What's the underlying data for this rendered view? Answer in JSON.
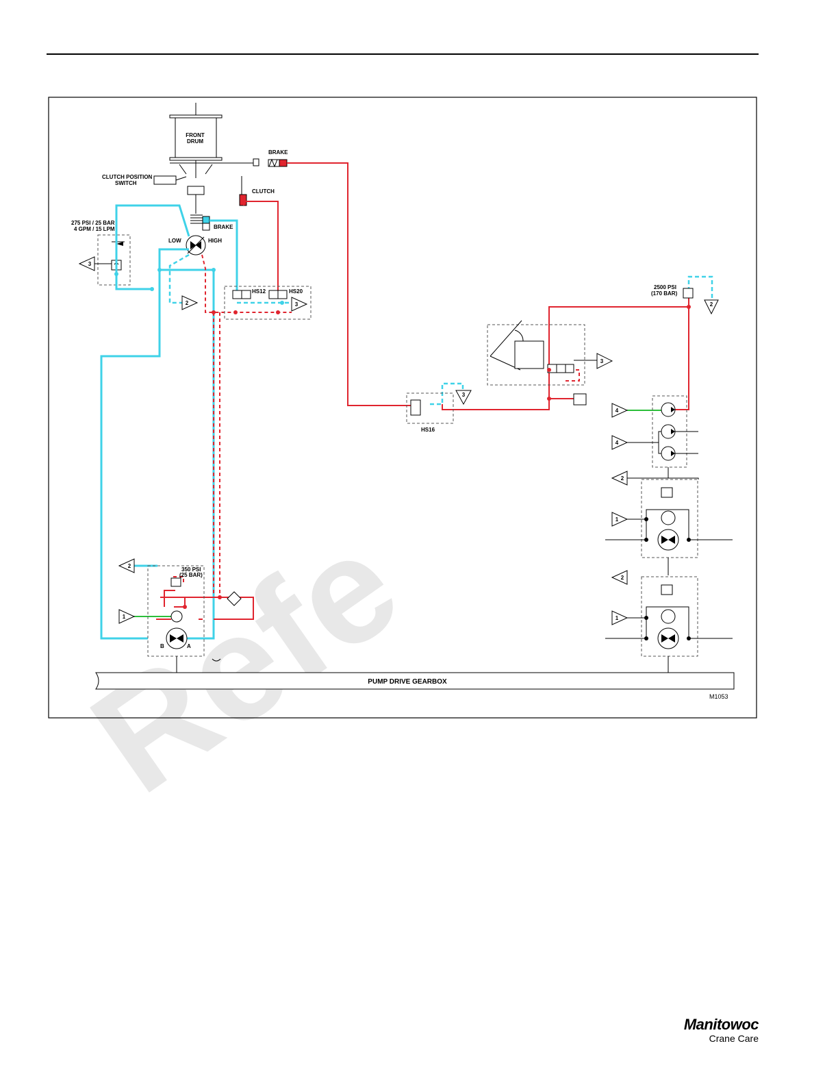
{
  "labels": {
    "front_drum": [
      "FRONT",
      "DRUM"
    ],
    "brake_top": "BRAKE",
    "clutch_position_switch": [
      "CLUTCH POSITION",
      "SWITCH"
    ],
    "clutch": "CLUTCH",
    "brake_mid": "BRAKE",
    "relief_275": [
      "275 PSI / 25 BAR",
      "4 GPM / 15 LPM"
    ],
    "low": "LOW",
    "high": "HIGH",
    "hs12": "HS12",
    "hs20": "HS20",
    "relief_2500": [
      "2500 PSI",
      "(170 BAR)"
    ],
    "hs16": "HS16",
    "relief_350": [
      "350 PSI",
      "(25 BAR)"
    ],
    "port_b": "B",
    "port_a": "A",
    "gearbox": "PUMP DRIVE GEARBOX",
    "figure_id": "M1053"
  },
  "connectors": {
    "c3_left": "3",
    "c2_mid": "2",
    "c3_hs20": "3",
    "c2_right_top": "2",
    "c3_right": "3",
    "c3_hs16": "3",
    "c4_a": "4",
    "c4_b": "4",
    "c2_r1": "2",
    "c1_r1": "1",
    "c2_r2": "2",
    "c1_r2": "1",
    "c2_left": "2",
    "c1_left": "1"
  },
  "logo": {
    "brand": "Manitowoc",
    "sub": "Crane Care"
  },
  "watermark": "Refe",
  "colors": {
    "pilot_cyan": "#3fd2e8",
    "pressure_red": "#e0242e",
    "supply_green": "#2bbf3a"
  }
}
